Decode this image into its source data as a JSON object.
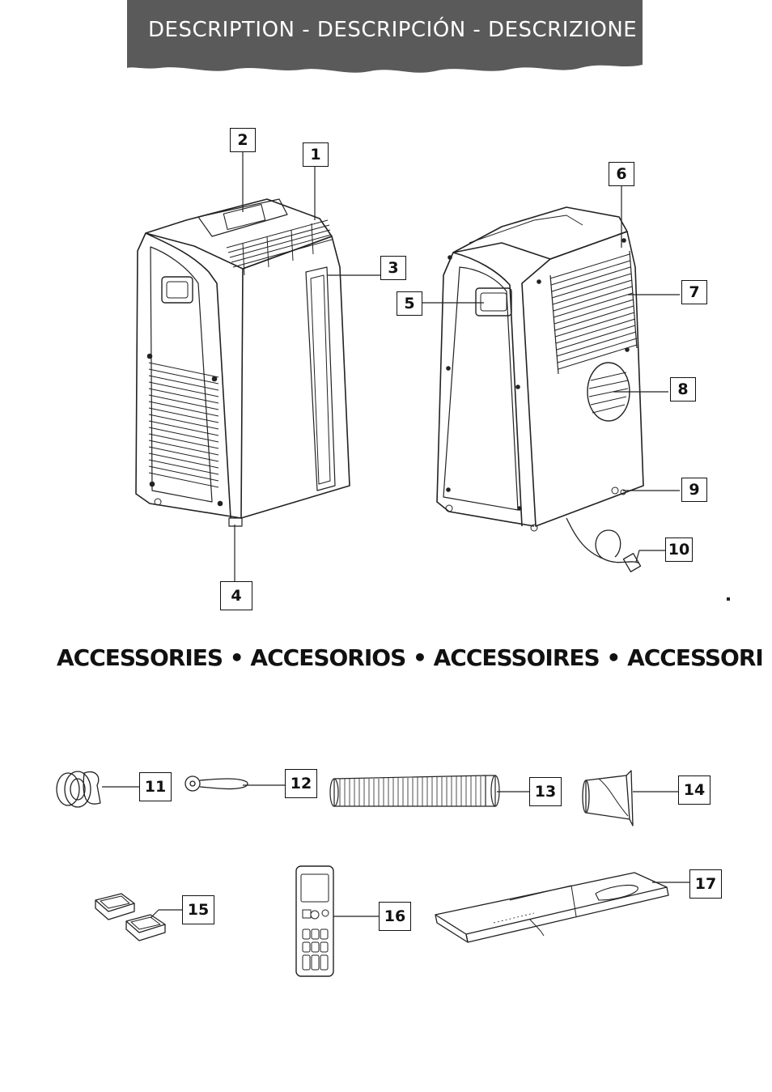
{
  "header": {
    "title": "DESCRIPTION - DESCRIPCIÓN - DESCRIZIONE",
    "banner_color": "#5a5a5a"
  },
  "accessories": {
    "title": "ACCESSORIES • ACCESORIOS • ACCESSOIRES • ACCESSORI"
  },
  "callouts": [
    "1",
    "2",
    "3",
    "4",
    "5",
    "6",
    "7",
    "8",
    "9",
    "10",
    "11",
    "12",
    "13",
    "14",
    "15",
    "16",
    "17"
  ]
}
